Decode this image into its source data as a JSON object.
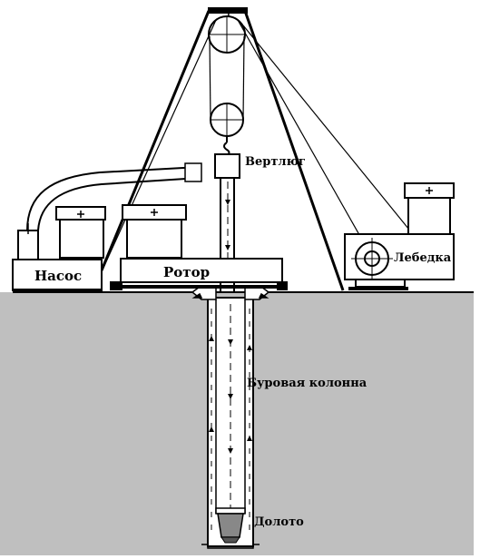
{
  "labels": {
    "swivel": "Вертлюг",
    "winch": "Лебедка",
    "pump": "Насос",
    "rotor": "Ротор",
    "drill_string": "Буровая колонна",
    "bit": "Долото"
  },
  "colors": {
    "ground": "#bfbfbf",
    "line": "#000000",
    "background": "#ffffff"
  }
}
